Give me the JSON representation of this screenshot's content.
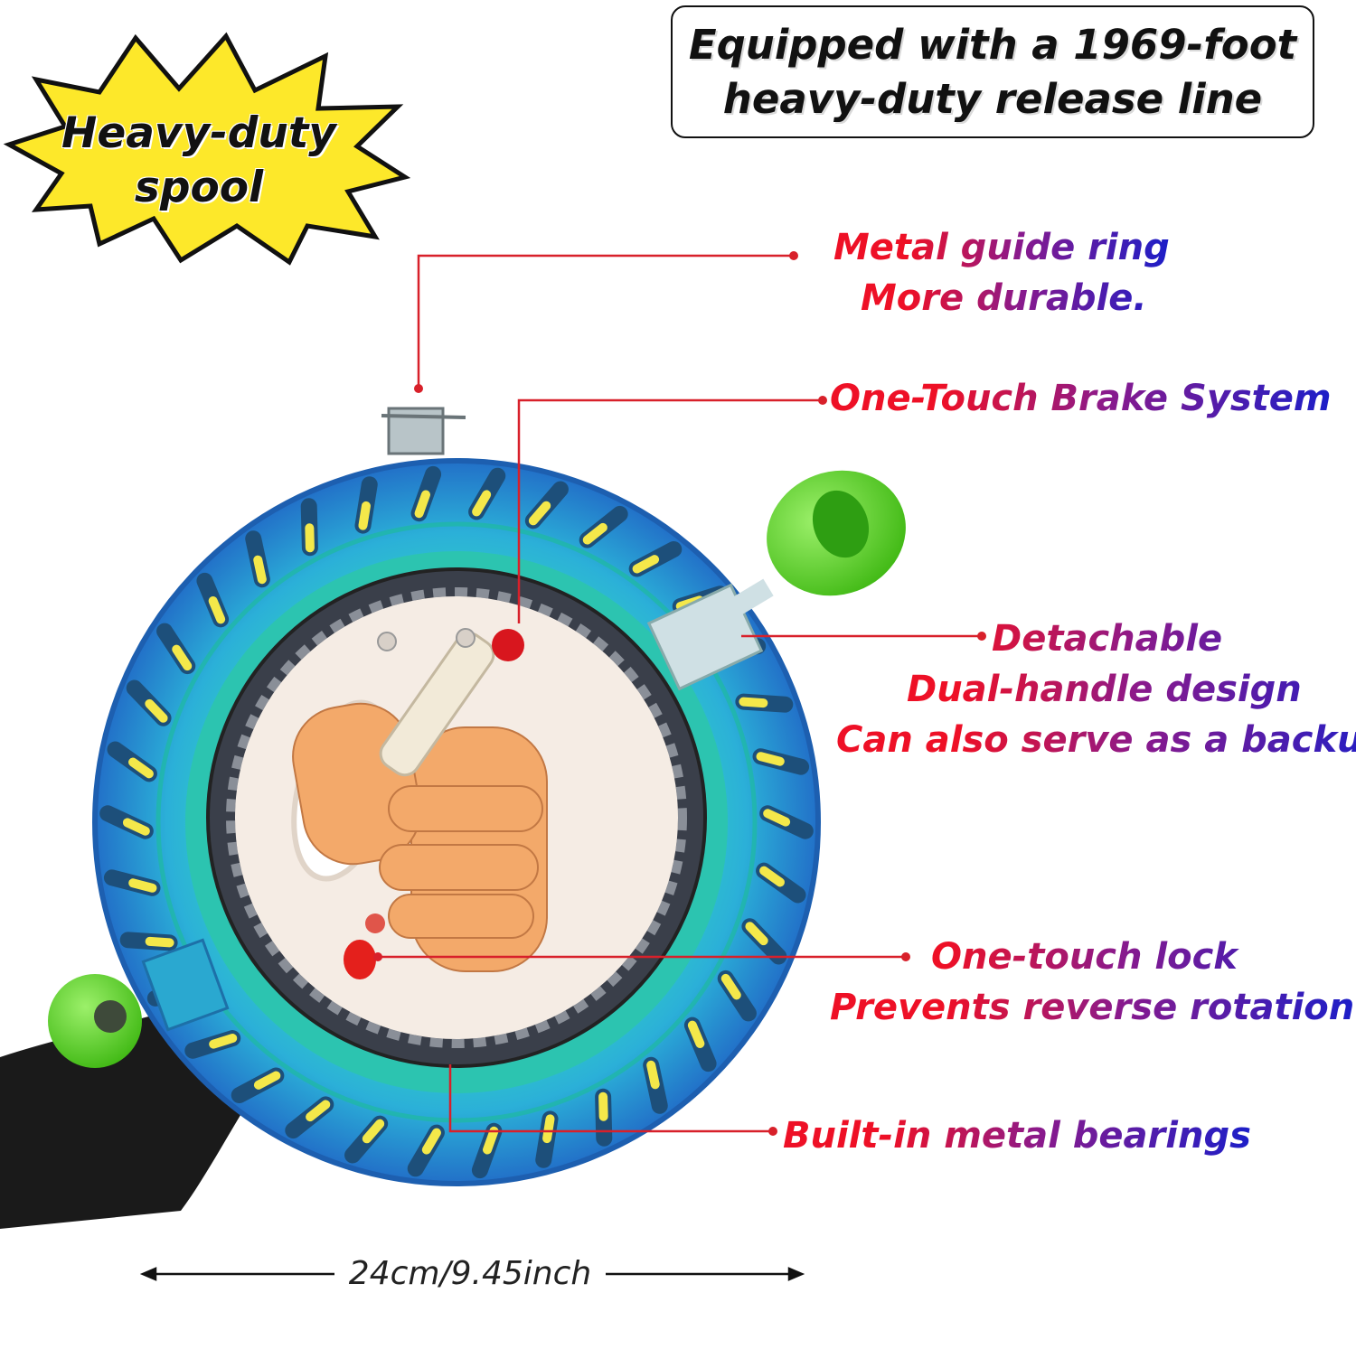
{
  "badge": {
    "line1": "Heavy-duty",
    "line2": "spool",
    "color": "#fde82a"
  },
  "header": {
    "line1": "Equipped with a 1969-foot",
    "line2": "heavy-duty release line"
  },
  "callouts": {
    "guide_ring": {
      "line1": "Metal guide ring",
      "line2": "More durable."
    },
    "brake": {
      "line1": "One-Touch Brake System"
    },
    "handle": {
      "line1": "Detachable",
      "line2": "Dual-handle design",
      "line3": "Can also serve as a backup"
    },
    "lock": {
      "line1": "One-touch lock",
      "line2": "Prevents reverse rotation"
    },
    "bearings": {
      "line1": "Built-in metal bearings"
    }
  },
  "dimension": {
    "label": "24cm/9.45inch"
  },
  "colors": {
    "callout_start": "#ee1026",
    "callout_end": "#1c1ec8",
    "leader_line": "#d8202a",
    "reel_blue": "#2a8fd6",
    "reel_teal": "#21c9b4",
    "handle_green": "#66e02a"
  }
}
